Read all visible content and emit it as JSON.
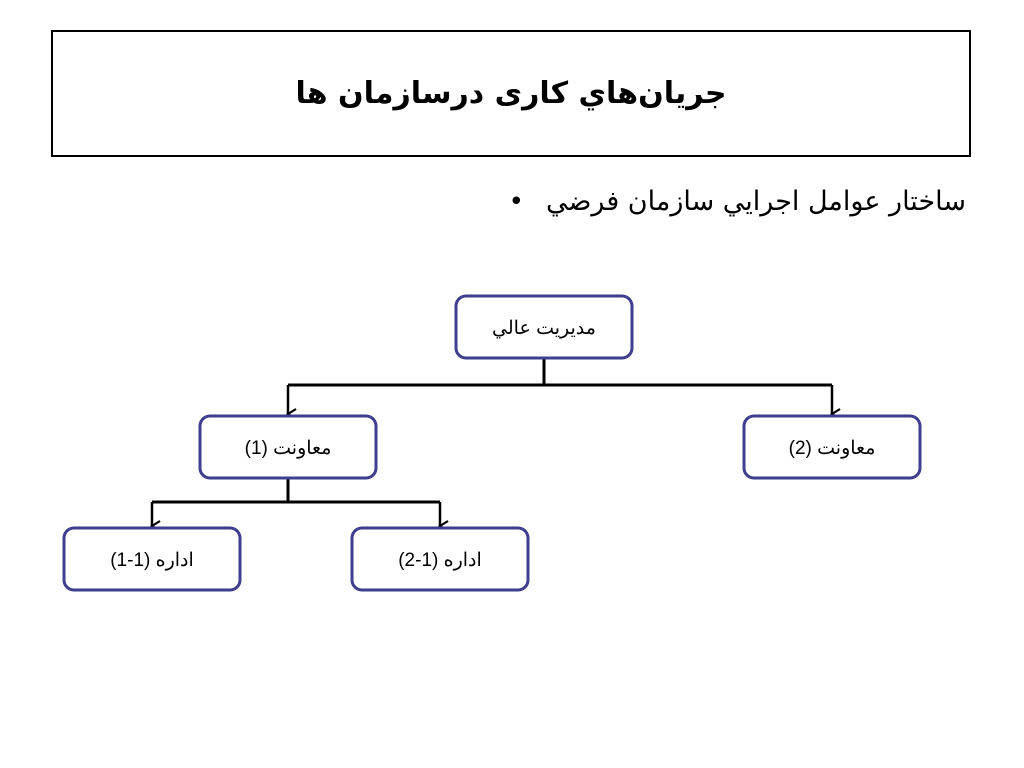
{
  "slide": {
    "title": "جریان‌هاي کاری درسازمان ها",
    "bullet": "ساختار عوامل اجرايي سازمان فرضي"
  },
  "diagram": {
    "colors": {
      "node_border": "#3c3f8f",
      "connector": "#000000"
    },
    "nodes": [
      {
        "id": "top",
        "label": "مديريت عالي"
      },
      {
        "id": "dep1",
        "label": "معاونت (1)"
      },
      {
        "id": "dep2",
        "label": "معاونت (2)"
      },
      {
        "id": "off11",
        "label": "اداره (1-1)"
      },
      {
        "id": "off12",
        "label": "اداره (1-2)"
      }
    ],
    "edges": [
      {
        "from": "top",
        "to": "dep1"
      },
      {
        "from": "top",
        "to": "dep2"
      },
      {
        "from": "dep1",
        "to": "off11"
      },
      {
        "from": "dep1",
        "to": "off12"
      }
    ]
  }
}
